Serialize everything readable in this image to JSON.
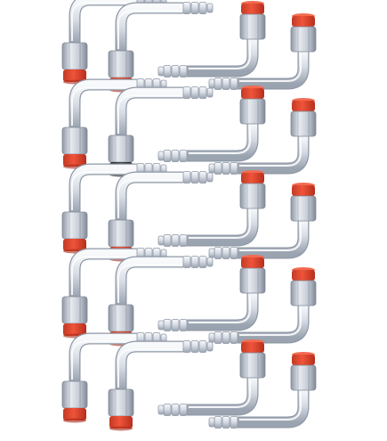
{
  "photo": {
    "subject": "fitting-set",
    "colors": {
      "background": "#ffffff",
      "metal_light": "#eef1f5",
      "metal_mid": "#c8ced8",
      "metal_dark": "#8f98a6",
      "cap_red": "#e8452f",
      "cap_red_dark": "#b92e1f",
      "cap_black": "#2b2b2b"
    },
    "fitting_count": 20,
    "rows": 5
  }
}
